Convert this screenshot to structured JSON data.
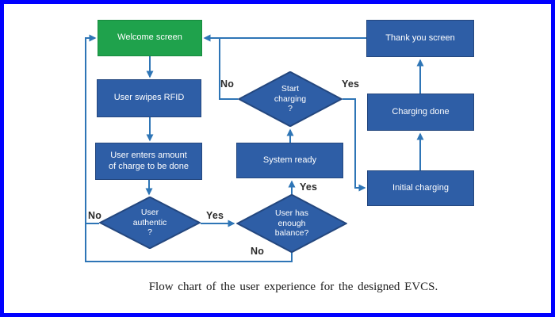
{
  "colors": {
    "frame_blue": "#0000ff",
    "green_fill": "#1fa24c",
    "green_border": "#178a3e",
    "blue_fill": "#2e5ea6",
    "blue_border": "#24477e",
    "connector": "#2e75b6"
  },
  "nodes": {
    "welcome": "Welcome screen",
    "swipe": "User swipes RFID",
    "amount": "User enters amount\nof charge to be done",
    "authentic": "User\nauthentic\n?",
    "balance": "User has\nenough\nbalance?",
    "system_ready": "System ready",
    "start_charging": "Start\ncharging\n?",
    "initial": "Initial charging",
    "charging_done": "Charging done",
    "thank_you": "Thank you screen"
  },
  "edge_labels": {
    "start_no": "No",
    "start_yes": "Yes",
    "balance_yes": "Yes",
    "balance_no": "No",
    "authentic_no": "No",
    "authentic_yes": "Yes"
  },
  "caption": "Flow chart of the user experience for the designed EVCS."
}
